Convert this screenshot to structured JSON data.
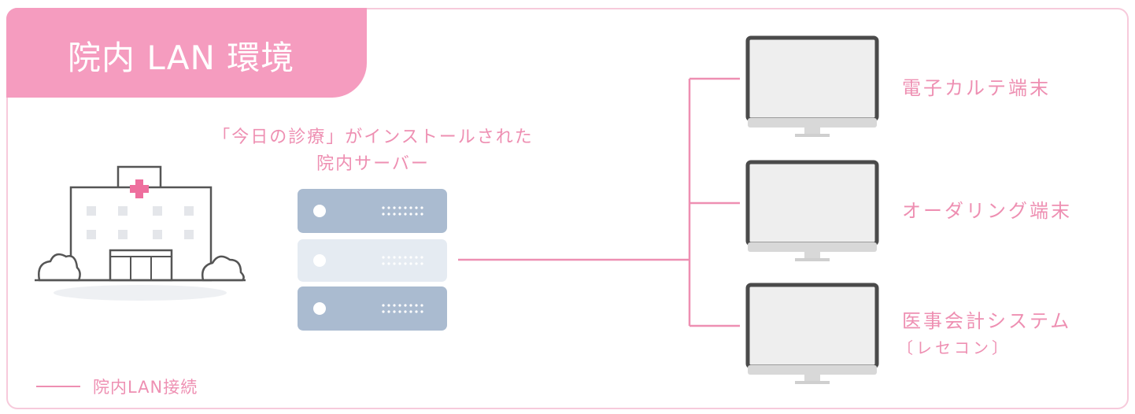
{
  "diagram": {
    "title": "院内 LAN 環境",
    "server_caption_line1": "「今日の診療」がインストールされた",
    "server_caption_line2": "院内サーバー",
    "terminals": [
      {
        "label": "電子カルテ端末"
      },
      {
        "label": "オーダリング端末"
      },
      {
        "label": "医事会計システム",
        "sub": "〔レセコン〕"
      }
    ],
    "legend": "院内LAN接続",
    "colors": {
      "accent": "#f59cbf",
      "line": "#ee8fb2",
      "server": "#aabbd0",
      "server_faded": "#e5ebf2",
      "monitor_frame": "#4a4a4a",
      "monitor_stand": "#d8d8d8"
    }
  }
}
